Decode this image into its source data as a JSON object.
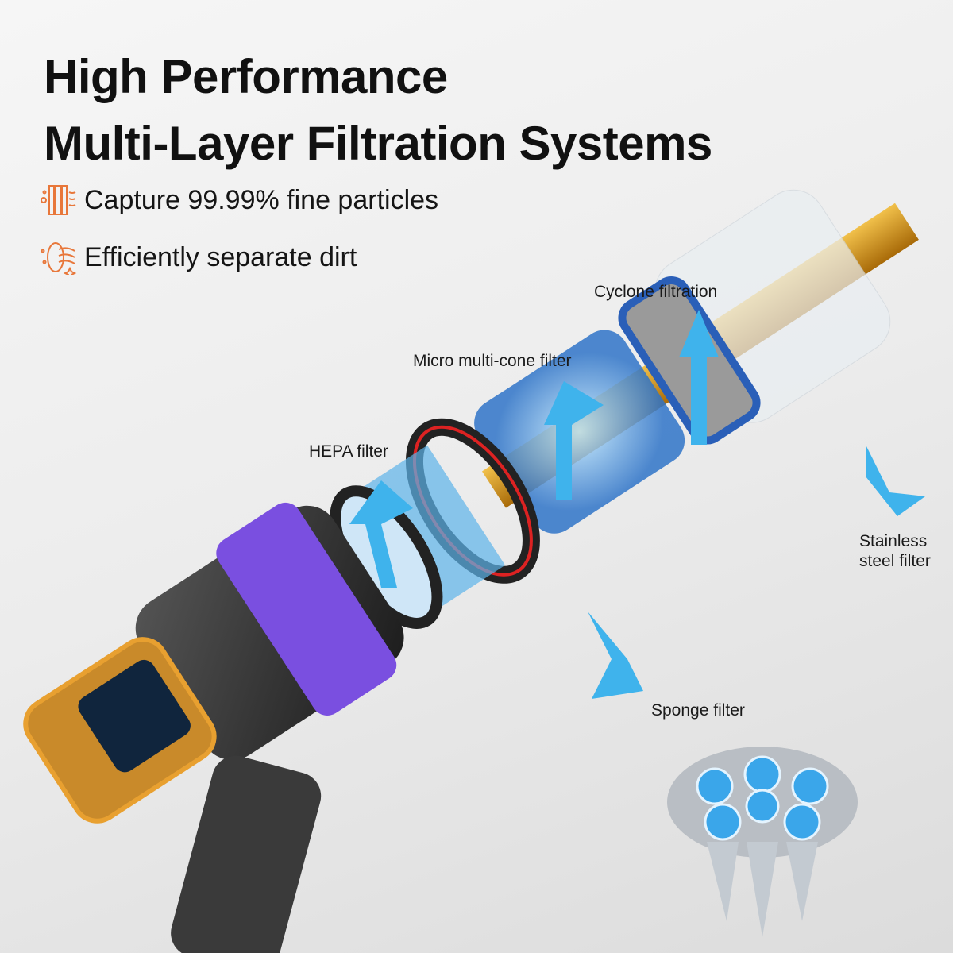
{
  "headline": {
    "line1": "High Performance",
    "line2": "Multi-Layer Filtration Systems"
  },
  "features": [
    {
      "icon": "filter-layers-icon",
      "text": "Capture 99.99% fine particles"
    },
    {
      "icon": "cyclone-airflow-icon",
      "text": "Efficiently separate dirt"
    }
  ],
  "callouts": {
    "cyclone": "Cyclone filtration",
    "micro_cone": "Micro multi-cone filter",
    "hepa": "HEPA filter",
    "stainless_1": "Stainless",
    "stainless_2": "steel filter",
    "sponge": "Sponge filter"
  },
  "colors": {
    "accent_orange": "#e8773a",
    "arrow_blue": "#3fb3ec",
    "ring_purple": "#7a4fe0",
    "wand_gold": "#d99a1a"
  }
}
